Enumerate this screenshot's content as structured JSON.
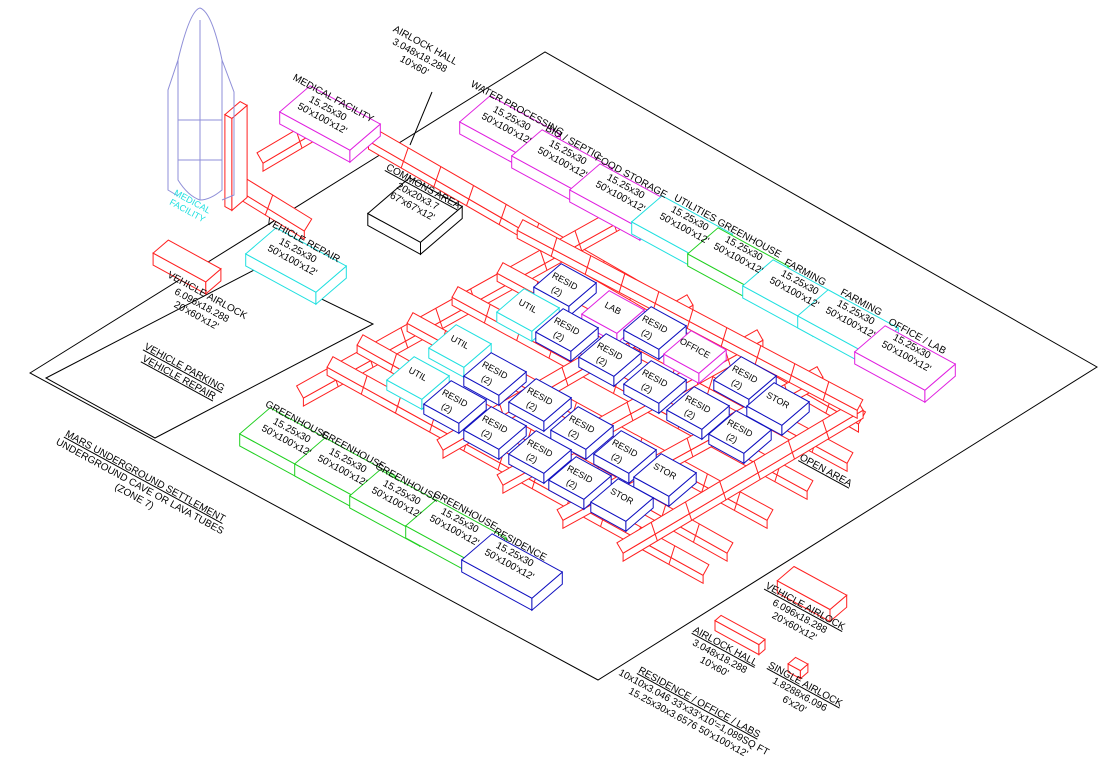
{
  "colors": {
    "red": "#ff2020",
    "magenta": "#e020e0",
    "cyan": "#20e0e0",
    "green": "#20d020",
    "blue": "#1010c0",
    "black": "#000000",
    "ship": "#8f8fd8"
  },
  "labels": {
    "airlock_hall_top": [
      "AIRLOCK HALL",
      "3.048x18.288",
      "10'x60'"
    ],
    "medical_facility": [
      "MEDICAL FACILITY",
      "15.25x30",
      "50'x100'x12'"
    ],
    "medical_facility_ship": [
      "MEDICAL",
      "FACILITY"
    ],
    "water_processing": [
      "WATER PROCESSING",
      "15.25x30",
      "50'x100'x12'"
    ],
    "bio_septic": [
      "BIO / SEPTIC",
      "15.25x30",
      "50'x100'x12'"
    ],
    "food_storage": [
      "FOOD STORAGE",
      "15.25x30",
      "50'x100'x12'"
    ],
    "utilities": [
      "UTILITIES",
      "15.25x30",
      "50'x100'x12'"
    ],
    "greenhouse_right": [
      "GREENHOUSE",
      "15.25x30",
      "50'x100'x12'"
    ],
    "farming_1": [
      "FARMING",
      "15.25x30",
      "50'x100'x12'"
    ],
    "farming_2": [
      "FARMING",
      "15.25x30",
      "50'x100'x12'"
    ],
    "office_lab": [
      "OFFICE / LAB",
      "15.25x30",
      "50'x100'x12'"
    ],
    "commons_area": [
      "COMMONS AREA",
      "20x20x3.7",
      "67'x67'x12'"
    ],
    "vehicle_repair": [
      "VEHICLE REPAIR",
      "15.25x30",
      "50'x100'x12'"
    ],
    "vehicle_airlock": [
      "VEHICLE AIRLOCK",
      "6.096x18.288",
      "20'x60'x12'"
    ],
    "vehicle_parking": [
      "VEHICLE PARKING",
      "VEHICLE REPAIR"
    ],
    "title": [
      "MARS UNDERGROUND SETTLEMENT",
      "UNDERGROUND CAVE OR LAVA TUBES",
      "(ZONE 7)"
    ],
    "open_area": "OPEN AREA",
    "greenhouse_left": [
      "GREENHOUSE",
      "15.25x30",
      "50'x100'x12'"
    ],
    "residence_big": [
      "RESIDENCE",
      "15.25x30",
      "50'x100'x12'"
    ],
    "resid": "RESID",
    "resid_count": "(2)",
    "util": "UTIL",
    "lab": "LAB",
    "office": "OFFICE",
    "stor": "STOR"
  },
  "legend": {
    "vehicle_airlock": [
      "VEHICLE AIRLOCK",
      "6.096x18.288",
      "20'x60'x12'"
    ],
    "airlock_hall": [
      "AIRLOCK HALL",
      "3.048x18.288",
      "10'x60'"
    ],
    "single_airlock": [
      "SINGLE AIRLOCK",
      "1.8288x6.096",
      "6'x20'"
    ],
    "residence": [
      "RESIDENCE / OFFICE / LABS",
      "10x10x3.046   33'x33'x10'=1,089SQ FT",
      "15.25x30x3.6576  50'x100'x12'"
    ]
  }
}
